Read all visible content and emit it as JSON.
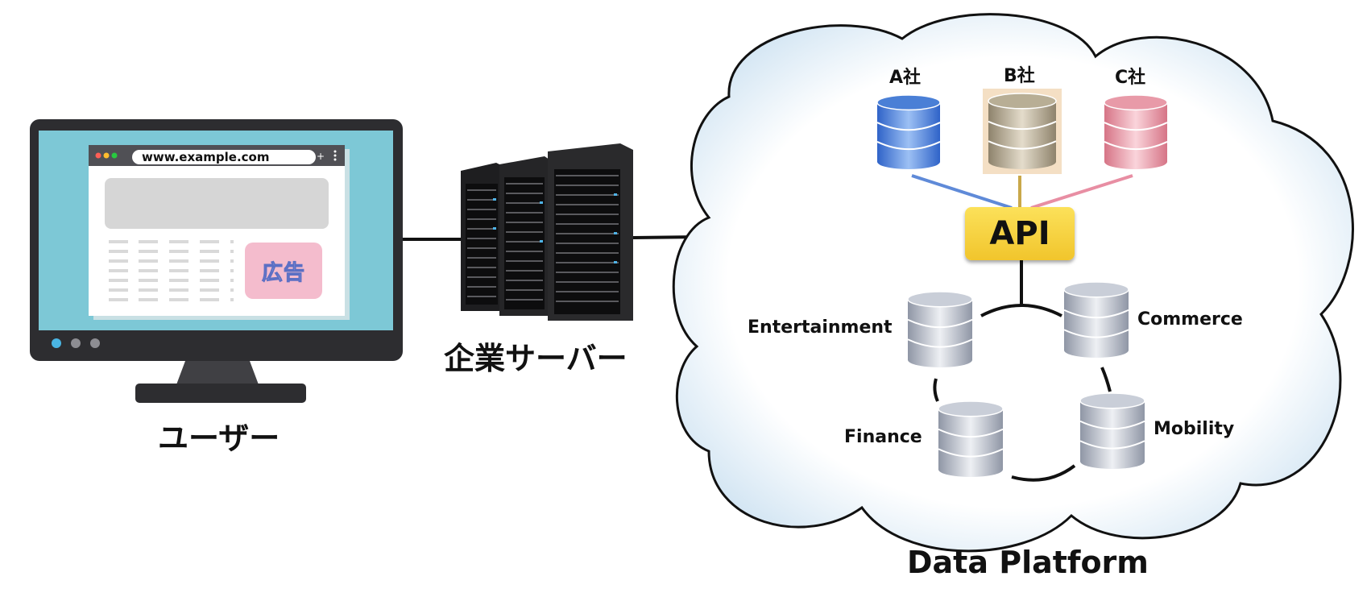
{
  "diagram": {
    "user_label": "ユーザー",
    "server_label": "企業サーバー",
    "platform_label": "Data Platform",
    "browser": {
      "url": "www.example.com",
      "ad_label": "広告"
    },
    "api_label": "API",
    "companies": [
      {
        "label": "A社",
        "color": "#4a7fd6"
      },
      {
        "label": "B社",
        "color": "#b8ae95"
      },
      {
        "label": "C社",
        "color": "#e89aa8"
      }
    ],
    "domains": [
      {
        "label": "Entertainment"
      },
      {
        "label": "Commerce"
      },
      {
        "label": "Finance"
      },
      {
        "label": "Mobility"
      }
    ]
  }
}
